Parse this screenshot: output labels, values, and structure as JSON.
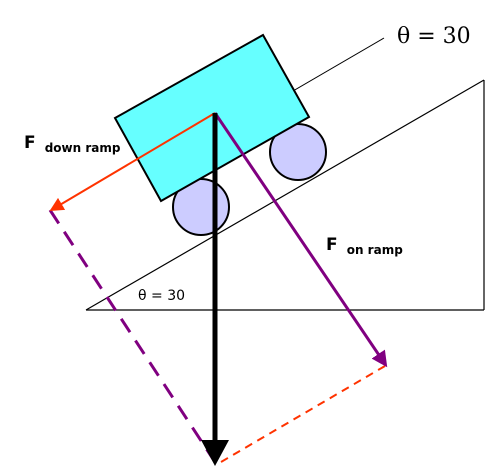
{
  "labels": {
    "theta_top": "θ = 30",
    "theta_base": "θ = 30",
    "f_down_main": "F",
    "f_down_sub": "down ramp",
    "f_on_main": "F",
    "f_on_sub": "on ramp"
  },
  "colors": {
    "cart_body": "#66ffff",
    "wheel": "#ccccff",
    "down_ramp_force": "#ff3300",
    "on_ramp_force": "#800080",
    "gravity_force": "#000000",
    "ramp_lines": "#000000"
  }
}
